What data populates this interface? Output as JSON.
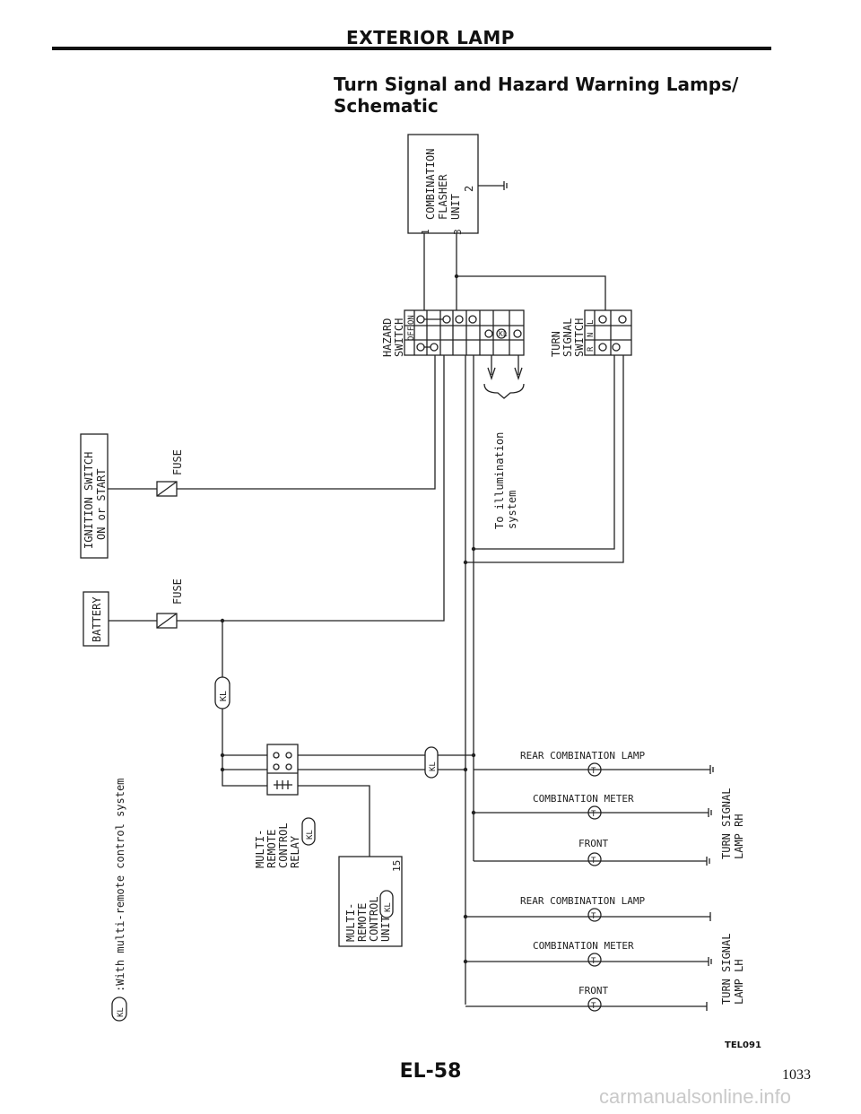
{
  "header": {
    "title": "EXTERIOR LAMP"
  },
  "section": {
    "title_line1": "Turn Signal and Hazard Warning Lamps/",
    "title_line2": "Schematic"
  },
  "footer": {
    "page_number": "EL-58",
    "page_index": "1033",
    "figure_code": "TEL091",
    "watermark": "carmanualsonline.info"
  },
  "components": {
    "flasher": {
      "line1": "COMBINATION",
      "line2": "FLASHER",
      "line3": "UNIT",
      "pin1": "1",
      "pin2": "2",
      "pin3": "3"
    },
    "hazard_switch": {
      "line1": "HAZARD",
      "line2": "SWITCH",
      "on": "ON",
      "off": "OFF"
    },
    "turn_switch": {
      "line1": "TURN",
      "line2": "SIGNAL",
      "line3": "SWITCH",
      "l": "L",
      "n": "N",
      "r": "R"
    },
    "illumination": {
      "line1": "To illumination",
      "line2": "system"
    },
    "ignition": {
      "line1": "IGNITION SWITCH",
      "line2": "ON or START"
    },
    "battery": {
      "label": "BATTERY"
    },
    "fuse": {
      "label": "FUSE"
    },
    "kl_badge": "KL",
    "relay": {
      "line1": "MULTI-",
      "line2": "REMOTE",
      "line3": "CONTROL",
      "line4": "RELAY"
    },
    "control_unit": {
      "line1": "MULTI-",
      "line2": "REMOTE",
      "line3": "CONTROL",
      "line4": "UNIT",
      "pin": "15"
    },
    "note": ":With multi-remote control system",
    "rh_lamps": [
      {
        "label": "REAR COMBINATION LAMP",
        "symbol": "T"
      },
      {
        "label": "COMBINATION METER",
        "symbol": "T"
      },
      {
        "label": "FRONT",
        "symbol": "T"
      }
    ],
    "rh_group": {
      "line1": "TURN SIGNAL",
      "line2": "LAMP RH"
    },
    "lh_lamps": [
      {
        "label": "REAR COMBINATION LAMP",
        "symbol": "T"
      },
      {
        "label": "COMBINATION METER",
        "symbol": "T"
      },
      {
        "label": "FRONT",
        "symbol": "T"
      }
    ],
    "lh_group": {
      "line1": "TURN SIGNAL",
      "line2": "LAMP LH"
    }
  }
}
